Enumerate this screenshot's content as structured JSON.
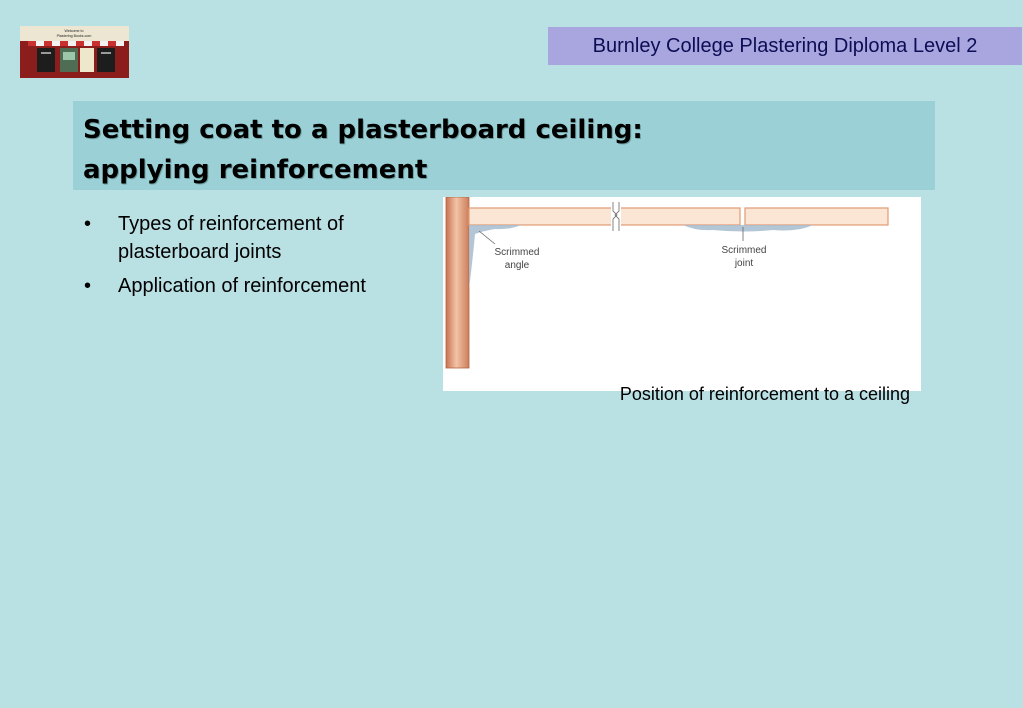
{
  "header": {
    "course_label": "Burnley College Plastering Diploma Level 2",
    "logo_text": "Welcome to Plastering Books.com"
  },
  "slide": {
    "title_line1": "Setting coat to a plasterboard ceiling:",
    "title_line2": "applying reinforcement",
    "bullets": [
      {
        "marker": "•",
        "text": "Types of reinforcement of plasterboard joints"
      },
      {
        "marker": "•",
        "text": "Application of reinforcement"
      }
    ]
  },
  "figure": {
    "label_angle_line1": "Scrimmed",
    "label_angle_line2": "angle",
    "label_joint_line1": "Scrimmed",
    "label_joint_line2": "joint",
    "caption": "Position of reinforcement to a ceiling"
  },
  "colors": {
    "background": "#b9e0e3",
    "title_band": "#9bd1d6",
    "course_banner": "#a9a6df",
    "board_fill": "#fbe6d6",
    "board_edge": "#e39a73",
    "scrim": "#a6bccf",
    "wall": "#d9906c"
  }
}
